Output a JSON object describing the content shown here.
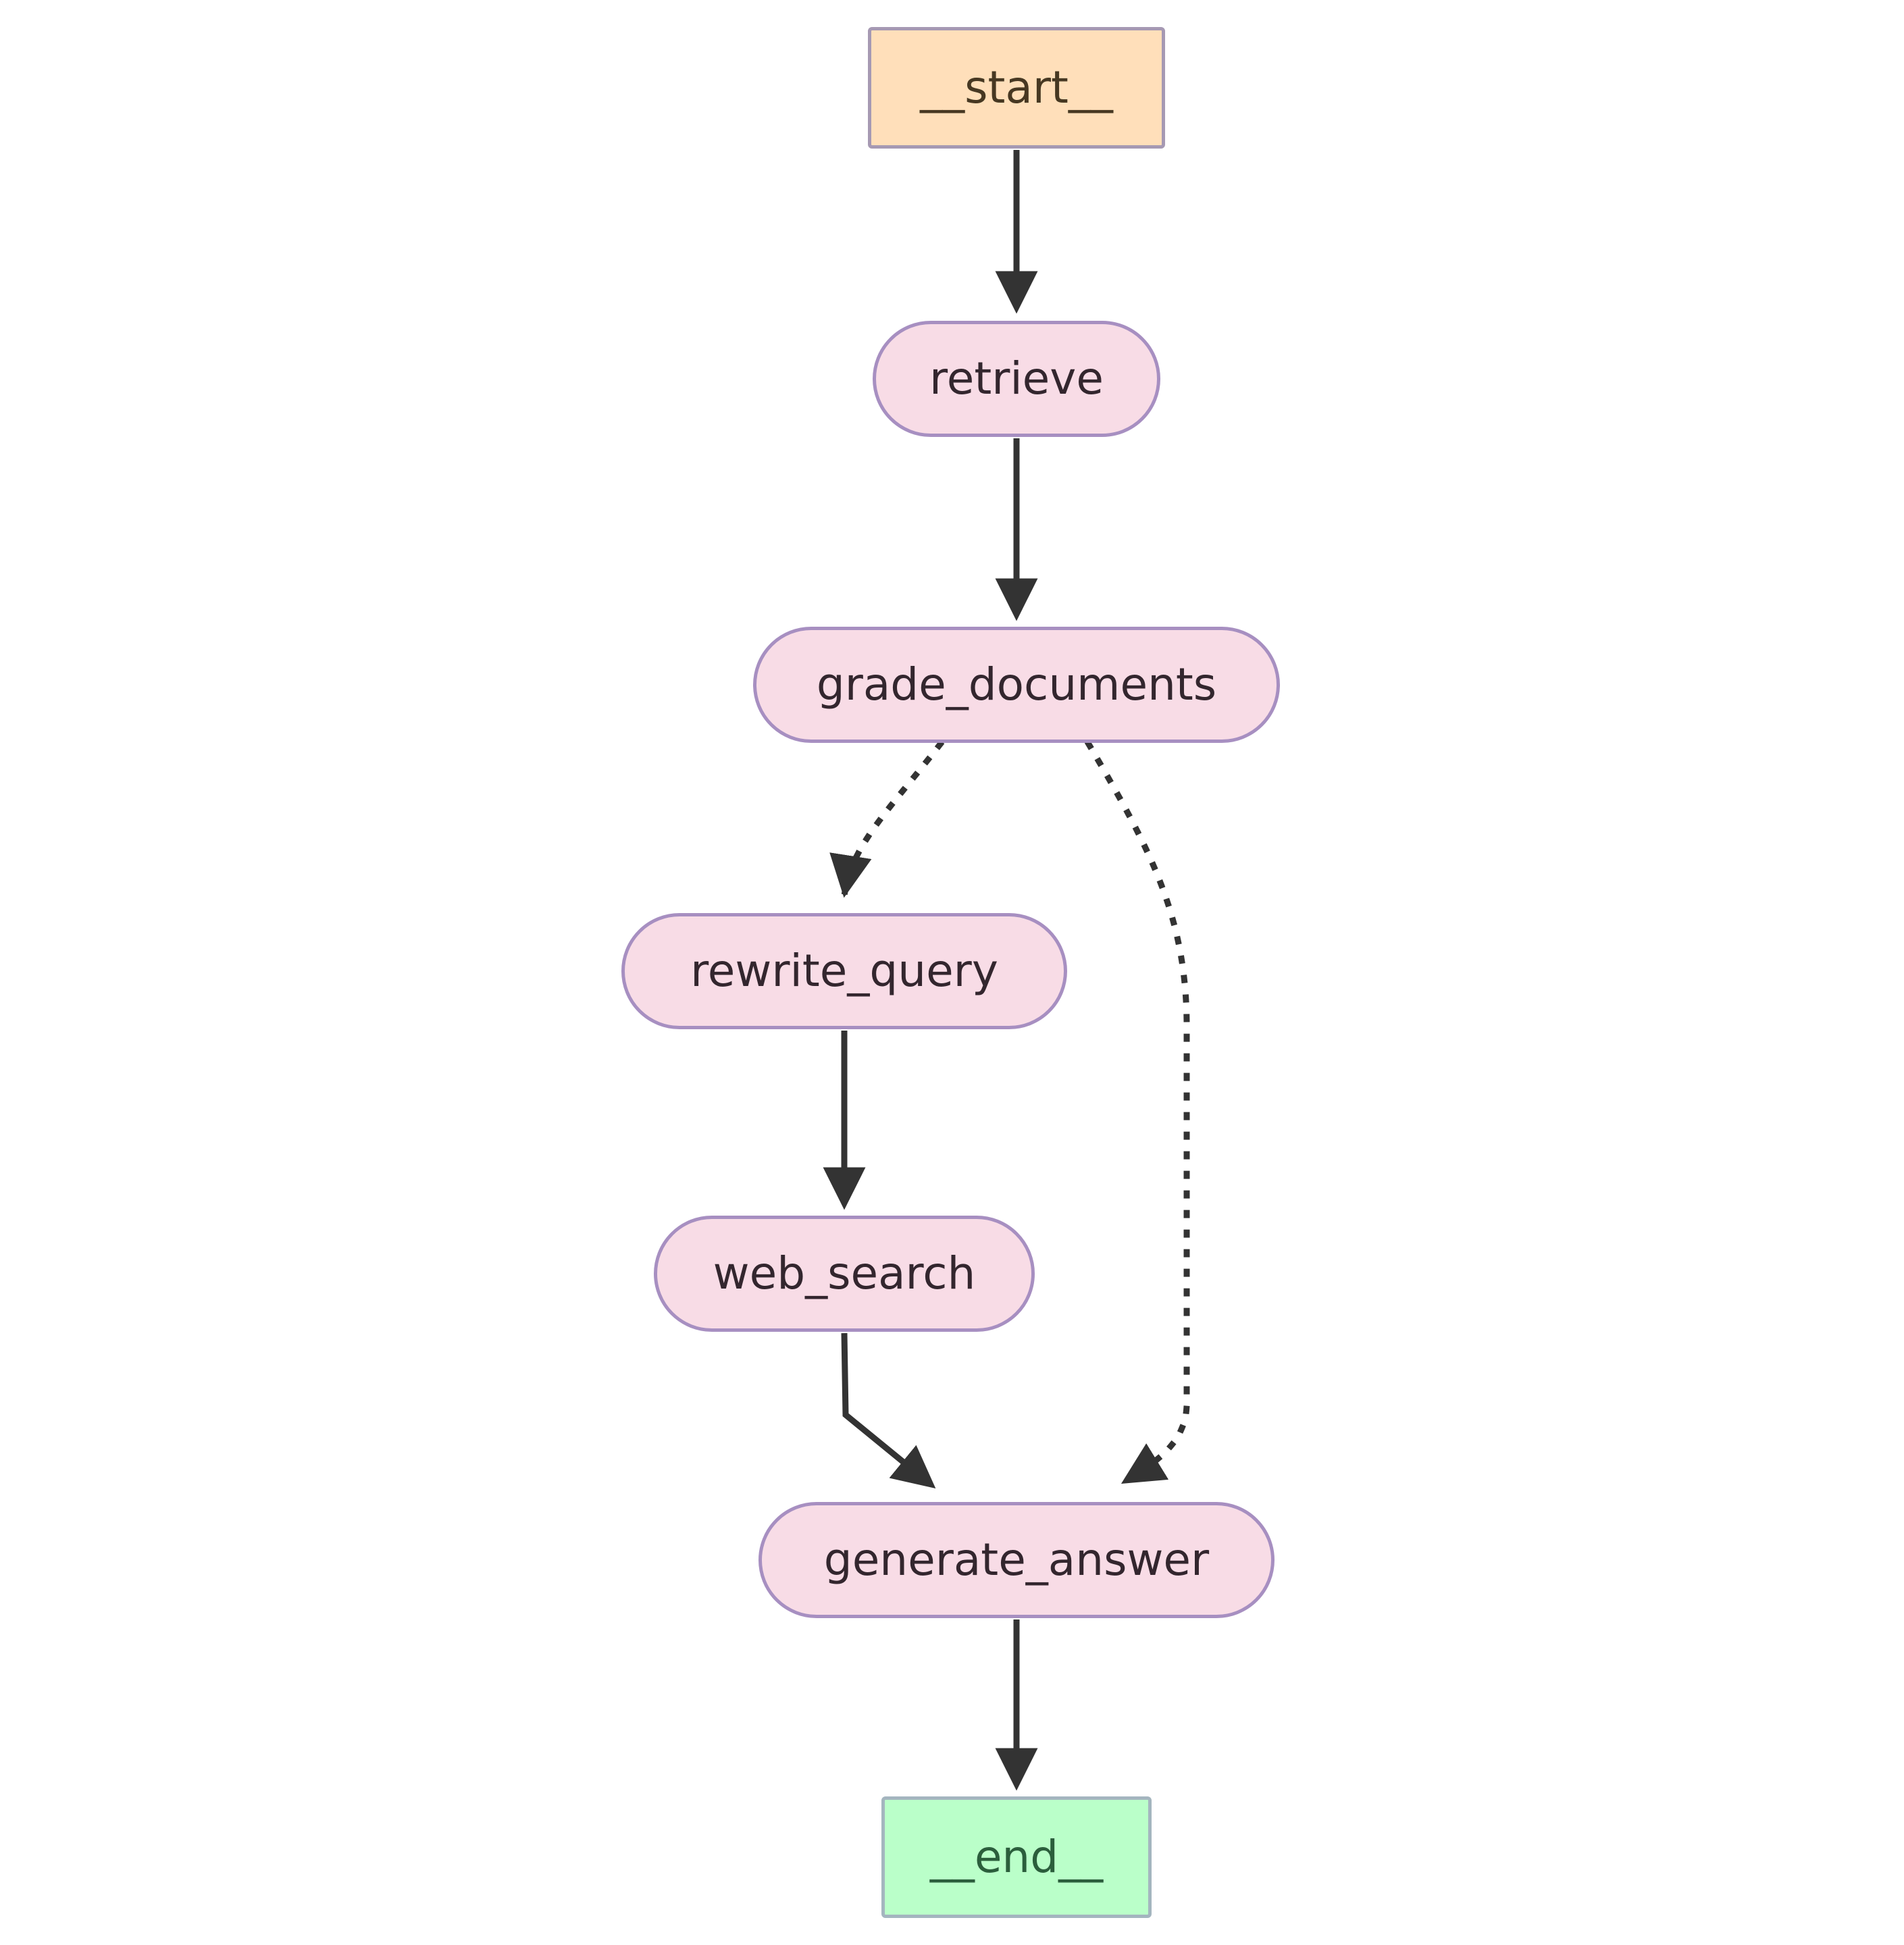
{
  "diagram": {
    "kind": "flowchart",
    "direction": "top-down",
    "background_color": "#ffffff",
    "edge_color": "#333333",
    "nodes": [
      {
        "id": "__start__",
        "label": "__start__",
        "shape": "rectangle",
        "fill": "#ffdfba",
        "border_color": "#a699b3",
        "text_color": "#473822"
      },
      {
        "id": "retrieve",
        "label": "retrieve",
        "shape": "stadium",
        "fill": "#f8dce6",
        "border_color": "#a78fc1",
        "text_color": "#33262e"
      },
      {
        "id": "grade_documents",
        "label": "grade_documents",
        "shape": "stadium",
        "fill": "#f8dce6",
        "border_color": "#a78fc1",
        "text_color": "#33262e"
      },
      {
        "id": "rewrite_query",
        "label": "rewrite_query",
        "shape": "stadium",
        "fill": "#f8dce6",
        "border_color": "#a78fc1",
        "text_color": "#33262e"
      },
      {
        "id": "web_search",
        "label": "web_search",
        "shape": "stadium",
        "fill": "#f8dce6",
        "border_color": "#a78fc1",
        "text_color": "#33262e"
      },
      {
        "id": "generate_answer",
        "label": "generate_answer",
        "shape": "stadium",
        "fill": "#f8dce6",
        "border_color": "#a78fc1",
        "text_color": "#33262e"
      },
      {
        "id": "__end__",
        "label": "__end__",
        "shape": "rectangle",
        "fill": "#baffc9",
        "border_color": "#a4b5bf",
        "text_color": "#2b5e3c"
      }
    ],
    "edges": [
      {
        "from": "__start__",
        "to": "retrieve",
        "style": "solid"
      },
      {
        "from": "retrieve",
        "to": "grade_documents",
        "style": "solid"
      },
      {
        "from": "grade_documents",
        "to": "rewrite_query",
        "style": "dotted"
      },
      {
        "from": "grade_documents",
        "to": "generate_answer",
        "style": "dotted"
      },
      {
        "from": "rewrite_query",
        "to": "web_search",
        "style": "solid"
      },
      {
        "from": "web_search",
        "to": "generate_answer",
        "style": "solid"
      },
      {
        "from": "generate_answer",
        "to": "__end__",
        "style": "solid"
      }
    ]
  }
}
